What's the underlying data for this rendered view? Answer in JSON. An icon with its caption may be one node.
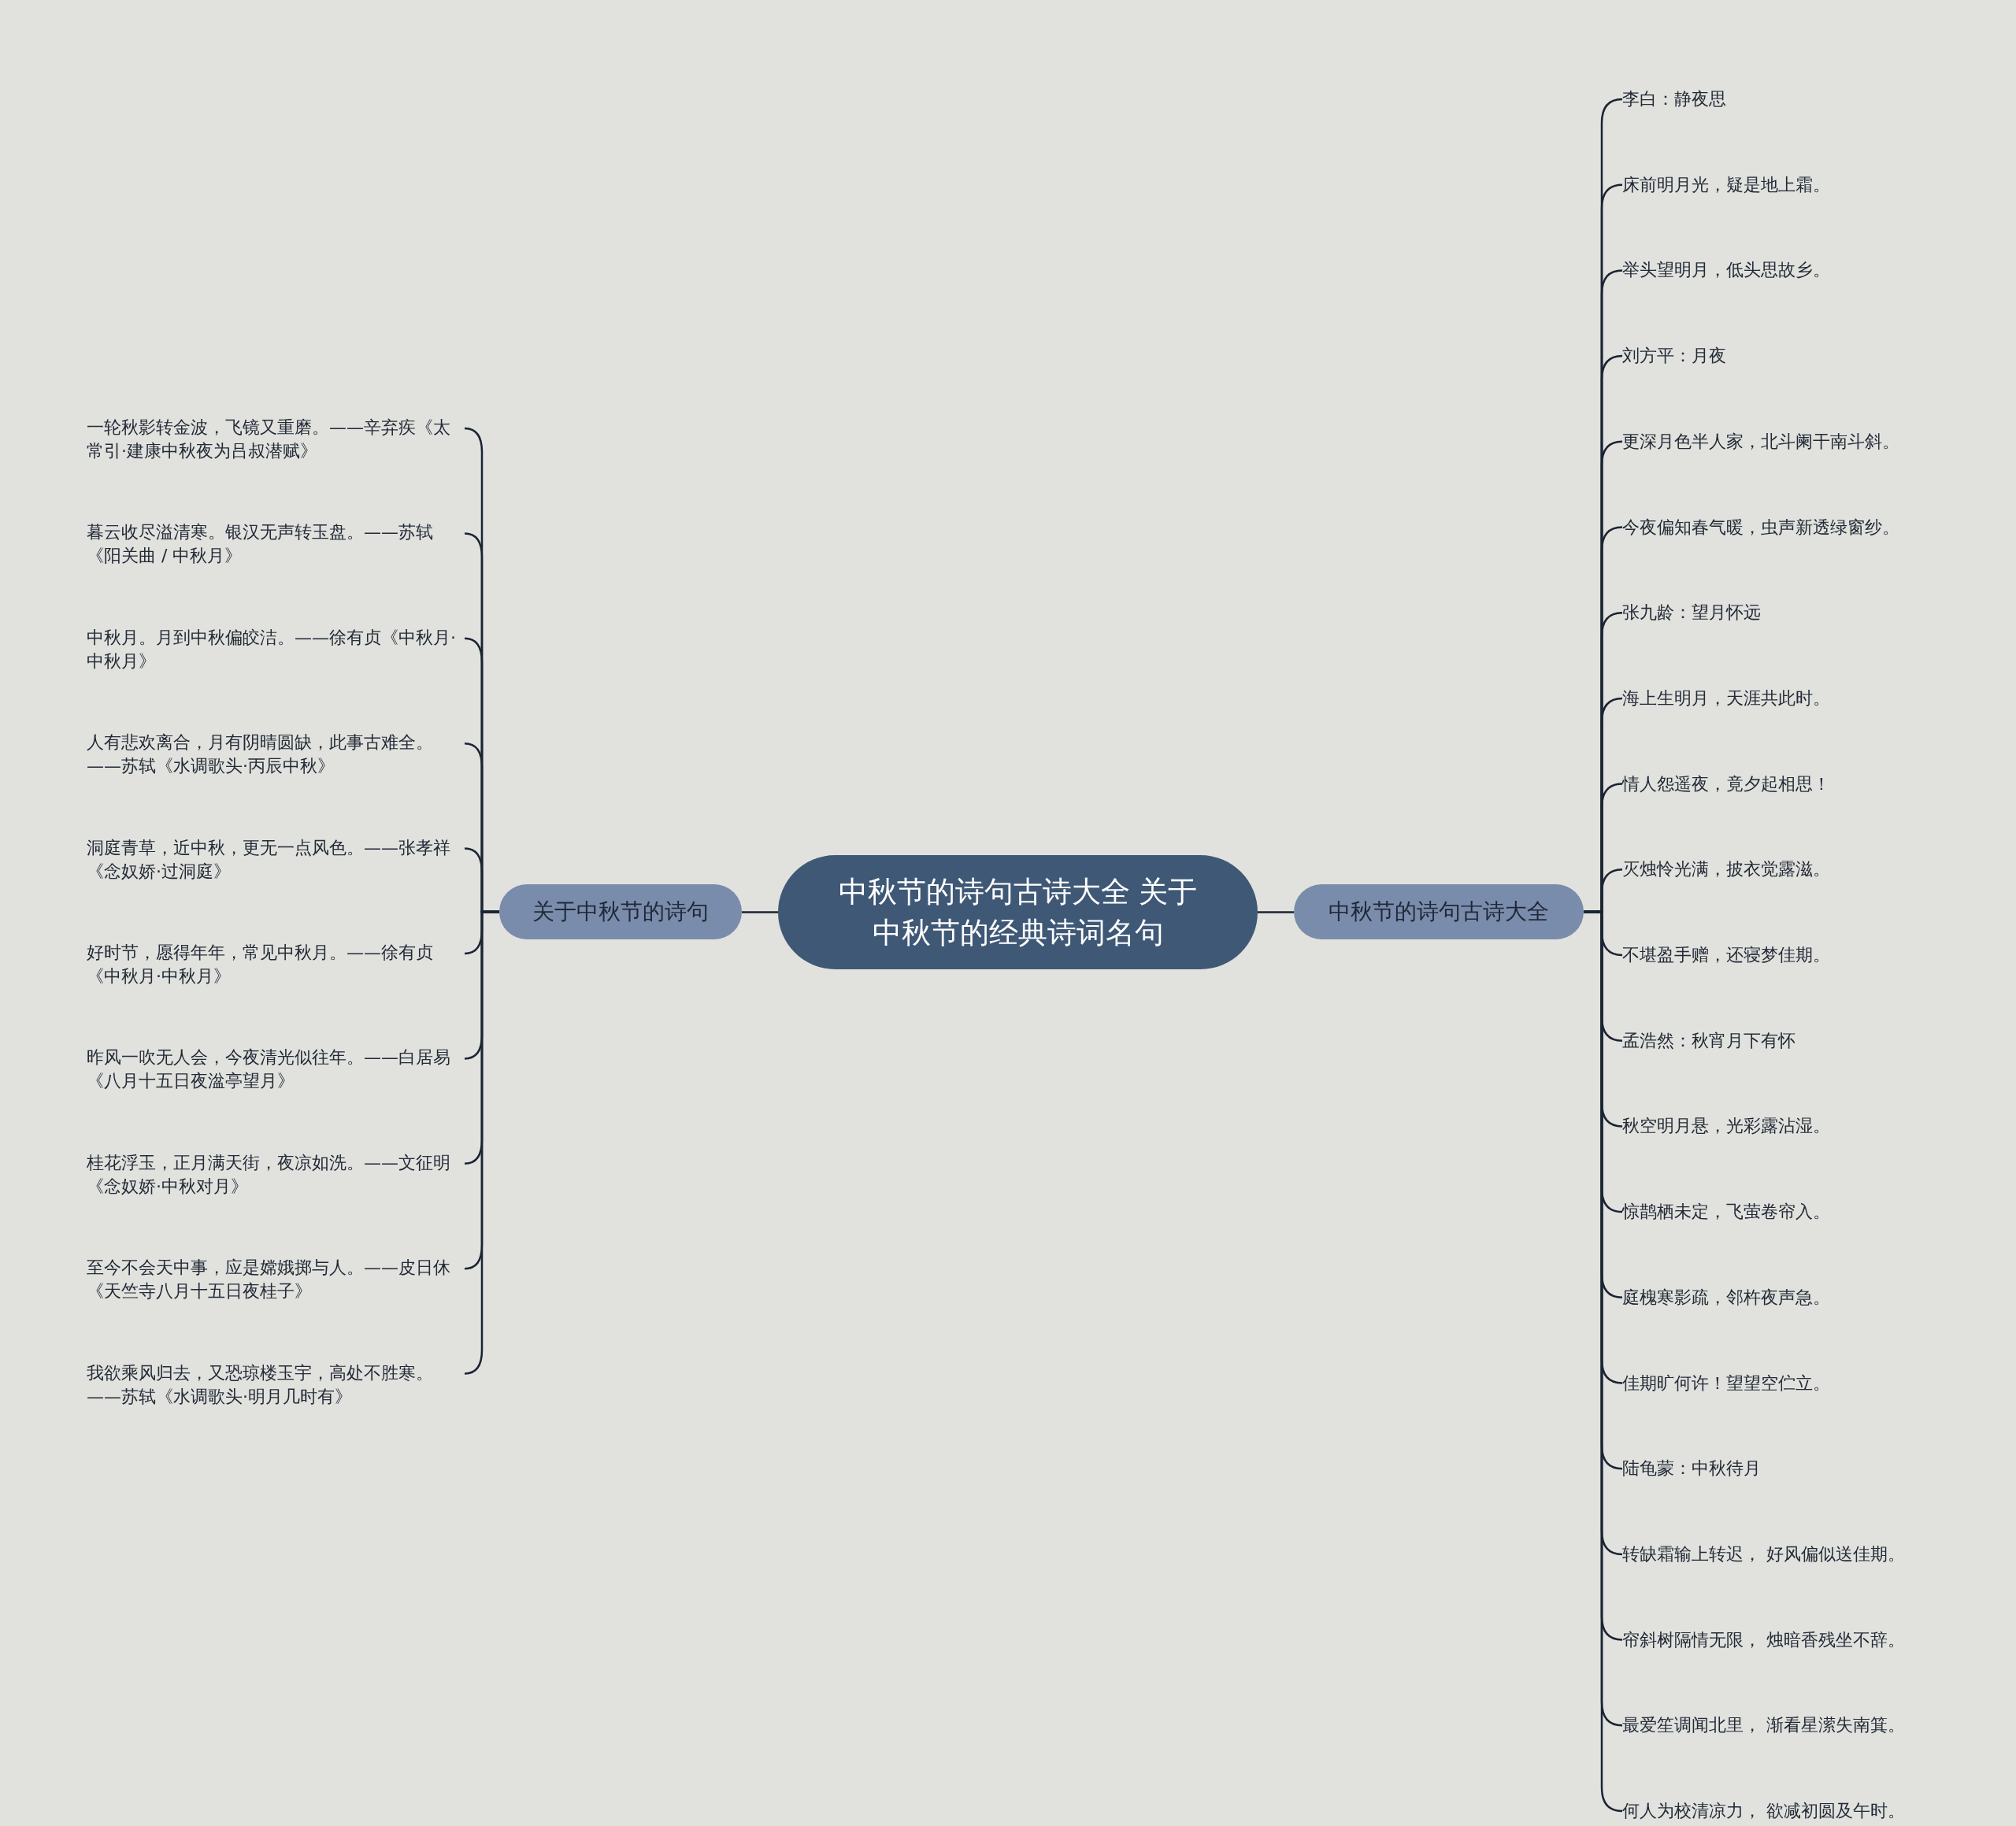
{
  "diagram": {
    "nodes": [
      {
        "text": [
          "中秋节的诗句古诗大全 关于中秋节的经典诗词名句"
        ]
      },
      {
        "text": [
          "关于中秋节的诗句"
        ]
      },
      {
        "text": [
          "一轮秋影转金波，飞镜又重磨。——辛弃疾《太常引·建康中秋夜为吕叔潜赋》"
        ]
      },
      {
        "text": [
          "暮云收尽溢清寒。银汉无声转玉盘。——苏轼《阳关曲 / 中秋月》"
        ]
      },
      {
        "text": [
          "中秋月。月到中秋偏皎洁。——徐有贞《中秋月·中秋月》"
        ]
      },
      {
        "text": [
          "人有悲欢离合，月有阴晴圆缺，此事古难全。——苏轼《水调歌头·丙辰中秋》"
        ]
      },
      {
        "text": [
          "洞庭青草，近中秋，更无一点风色。——张孝祥《念奴娇·过洞庭》"
        ]
      },
      {
        "text": [
          "好时节，愿得年年，常见中秋月。——徐有贞《中秋月·中秋月》"
        ]
      },
      {
        "text": [
          "昨风一吹无人会，今夜清光似往年。——白居易《八月十五日夜湓亭望月》"
        ]
      },
      {
        "text": [
          "桂花浮玉，正月满天街，夜凉如洗。——文征明《念奴娇·中秋对月》"
        ]
      },
      {
        "text": [
          "至今不会天中事，应是嫦娥掷与人。——皮日休《天竺寺八月十五日夜桂子》"
        ]
      },
      {
        "text": [
          "我欲乘风归去，又恐琼楼玉宇，高处不胜寒。——苏轼《水调歌头·明月几时有》"
        ]
      },
      {
        "text": [
          "中秋节的诗句古诗大全"
        ]
      },
      {
        "text": [
          "李白：静夜思"
        ]
      },
      {
        "text": [
          "床前明月光，疑是地上霜。"
        ]
      },
      {
        "text": [
          "举头望明月，低头思故乡。"
        ]
      },
      {
        "text": [
          "刘方平：月夜"
        ]
      },
      {
        "text": [
          "更深月色半人家，北斗阑干南斗斜。"
        ]
      },
      {
        "text": [
          "今夜偏知春气暖，虫声新透绿窗纱。"
        ]
      },
      {
        "text": [
          "张九龄：望月怀远"
        ]
      },
      {
        "text": [
          "海上生明月，天涯共此时。"
        ]
      },
      {
        "text": [
          "情人怨遥夜，竟夕起相思！"
        ]
      },
      {
        "text": [
          "灭烛怜光满，披衣觉露滋。"
        ]
      },
      {
        "text": [
          "不堪盈手赠，还寝梦佳期。"
        ]
      },
      {
        "text": [
          "孟浩然：秋宵月下有怀"
        ]
      },
      {
        "text": [
          "秋空明月悬，光彩露沾湿。"
        ]
      },
      {
        "text": [
          "惊鹊栖未定，飞萤卷帘入。"
        ]
      },
      {
        "text": [
          "庭槐寒影疏，邻杵夜声急。"
        ]
      },
      {
        "text": [
          "佳期旷何许！望望空伫立。"
        ]
      },
      {
        "text": [
          "陆龟蒙：中秋待月"
        ]
      },
      {
        "text": [
          "转缺霜输上转迟， 好风偏似送佳期。"
        ]
      },
      {
        "text": [
          "帘斜树隔情无限， 烛暗香残坐不辞。"
        ]
      },
      {
        "text": [
          "最爱笙调闻北里， 渐看星潆失南箕。"
        ]
      },
      {
        "text": [
          "何人为校清凉力， 欲减初圆及午时。"
        ]
      }
    ],
    "edges": [
      {
        "from": 0,
        "to": 1,
        "arrow": "none"
      },
      {
        "from": 1,
        "to": 2,
        "arrow": "none"
      },
      {
        "from": 1,
        "to": 3,
        "arrow": "none"
      },
      {
        "from": 1,
        "to": 4,
        "arrow": "none"
      },
      {
        "from": 1,
        "to": 5,
        "arrow": "none"
      },
      {
        "from": 1,
        "to": 6,
        "arrow": "none"
      },
      {
        "from": 1,
        "to": 7,
        "arrow": "none"
      },
      {
        "from": 1,
        "to": 8,
        "arrow": "none"
      },
      {
        "from": 1,
        "to": 9,
        "arrow": "none"
      },
      {
        "from": 1,
        "to": 10,
        "arrow": "none"
      },
      {
        "from": 1,
        "to": 11,
        "arrow": "none"
      },
      {
        "from": 0,
        "to": 12,
        "arrow": "none"
      },
      {
        "from": 12,
        "to": 13,
        "arrow": "none"
      },
      {
        "from": 12,
        "to": 14,
        "arrow": "none"
      },
      {
        "from": 12,
        "to": 15,
        "arrow": "none"
      },
      {
        "from": 12,
        "to": 16,
        "arrow": "none"
      },
      {
        "from": 12,
        "to": 17,
        "arrow": "none"
      },
      {
        "from": 12,
        "to": 18,
        "arrow": "none"
      },
      {
        "from": 12,
        "to": 19,
        "arrow": "none"
      },
      {
        "from": 12,
        "to": 20,
        "arrow": "none"
      },
      {
        "from": 12,
        "to": 21,
        "arrow": "none"
      },
      {
        "from": 12,
        "to": 22,
        "arrow": "none"
      },
      {
        "from": 12,
        "to": 23,
        "arrow": "none"
      },
      {
        "from": 12,
        "to": 24,
        "arrow": "none"
      },
      {
        "from": 12,
        "to": 25,
        "arrow": "none"
      },
      {
        "from": 12,
        "to": 26,
        "arrow": "none"
      },
      {
        "from": 12,
        "to": 27,
        "arrow": "none"
      },
      {
        "from": 12,
        "to": 28,
        "arrow": "none"
      },
      {
        "from": 12,
        "to": 29,
        "arrow": "none"
      },
      {
        "from": 12,
        "to": 30,
        "arrow": "none"
      },
      {
        "from": 12,
        "to": 31,
        "arrow": "none"
      },
      {
        "from": 12,
        "to": 32,
        "arrow": "none"
      },
      {
        "from": 12,
        "to": 33,
        "arrow": "none"
      }
    ]
  }
}
